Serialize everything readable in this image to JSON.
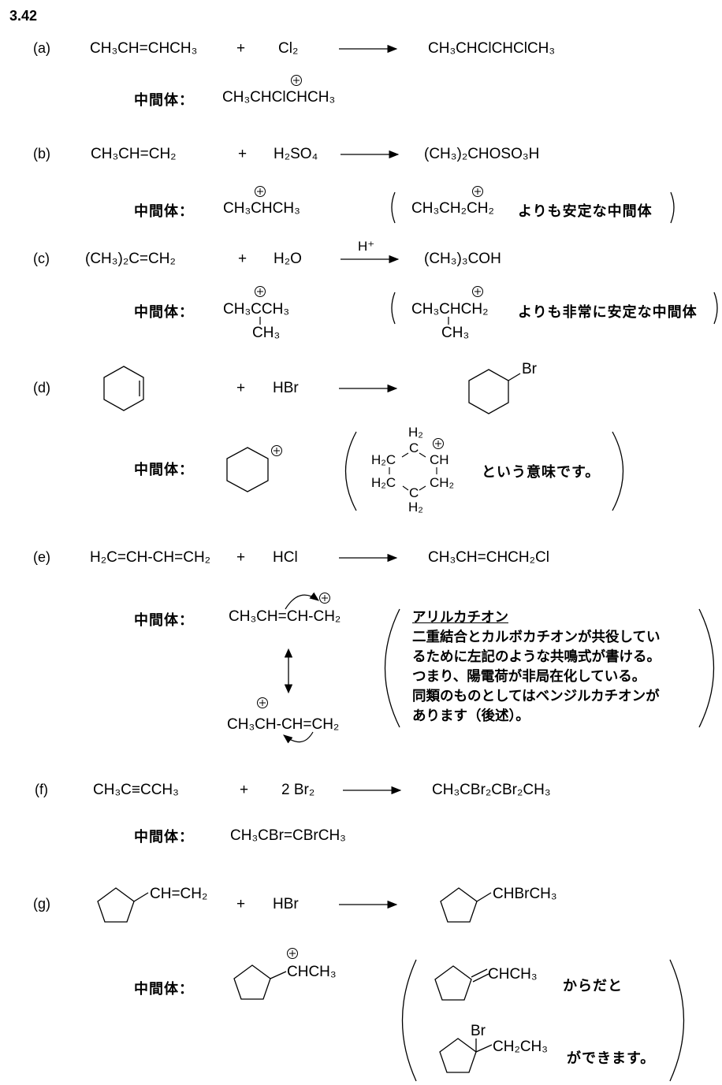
{
  "title": "3.42",
  "intermediate_label": "中間体：",
  "a": {
    "label": "(a)",
    "reactant": "CH₃CH=CHCH₃",
    "plus": "+",
    "reagent": "Cl₂",
    "product": "CH₃CHClCHClCH₃",
    "intermediate": "CH₃CHClCHCH₃"
  },
  "b": {
    "label": "(b)",
    "reactant": "CH₃CH=CH₂",
    "plus": "+",
    "reagent": "H₂SO₄",
    "product": "(CH₃)₂CHOSO₃H",
    "intermediate": "CH₃CHCH₃",
    "compare": "CH₃CH₂CH₂",
    "compare_note": "よりも安定な中間体"
  },
  "c": {
    "label": "(c)",
    "reactant": "(CH₃)₂C=CH₂",
    "plus": "+",
    "reagent": "H₂O",
    "catalyst": "H⁺",
    "product": "(CH₃)₃COH",
    "intermediate_main": "CH₃CCH₃",
    "intermediate_branch": "CH₃",
    "compare_main": "CH₃CHCH₂",
    "compare_branch": "CH₃",
    "compare_note": "よりも非常に安定な中間体"
  },
  "d": {
    "label": "(d)",
    "plus": "+",
    "reagent": "HBr",
    "product_sub": "Br",
    "ring_atoms": [
      "H₂",
      "C",
      "CH",
      "CH₂",
      "C",
      "H₂",
      "H₂C",
      "H₂C"
    ],
    "note": "という意味です。"
  },
  "e": {
    "label": "(e)",
    "reactant": "H₂C=CH-CH=CH₂",
    "plus": "+",
    "reagent": "HCl",
    "product": "CH₃CH=CHCH₂Cl",
    "resonance_1": "CH₃CH=CH-CH₂",
    "resonance_2": "CH₃CH-CH=CH₂",
    "note_title": "アリルカチオン",
    "note_lines": [
      "二重結合とカルボカチオンが共役してい",
      "るために左記のような共鳴式が書ける。",
      "つまり、陽電荷が非局在化している。",
      "同類のものとしてはベンジルカチオンが",
      "あります（後述）。"
    ]
  },
  "f": {
    "label": "(f)",
    "reactant": "CH₃C≡CCH₃",
    "plus": "+",
    "reagent": "2 Br₂",
    "product": "CH₃CBr₂CBr₂CH₃",
    "intermediate": "CH₃CBr=CBrCH₃"
  },
  "g": {
    "label": "(g)",
    "reactant_sub": "CH=CH₂",
    "plus": "+",
    "reagent": "HBr",
    "product_sub": "CHBrCH₃",
    "intermediate_sub": "CHCH₃",
    "alt1_sub": "CHCH₃",
    "alt1_note": "からだと",
    "alt2_br": "Br",
    "alt2_sub": "CH₂CH₃",
    "alt2_note": "ができます。"
  }
}
